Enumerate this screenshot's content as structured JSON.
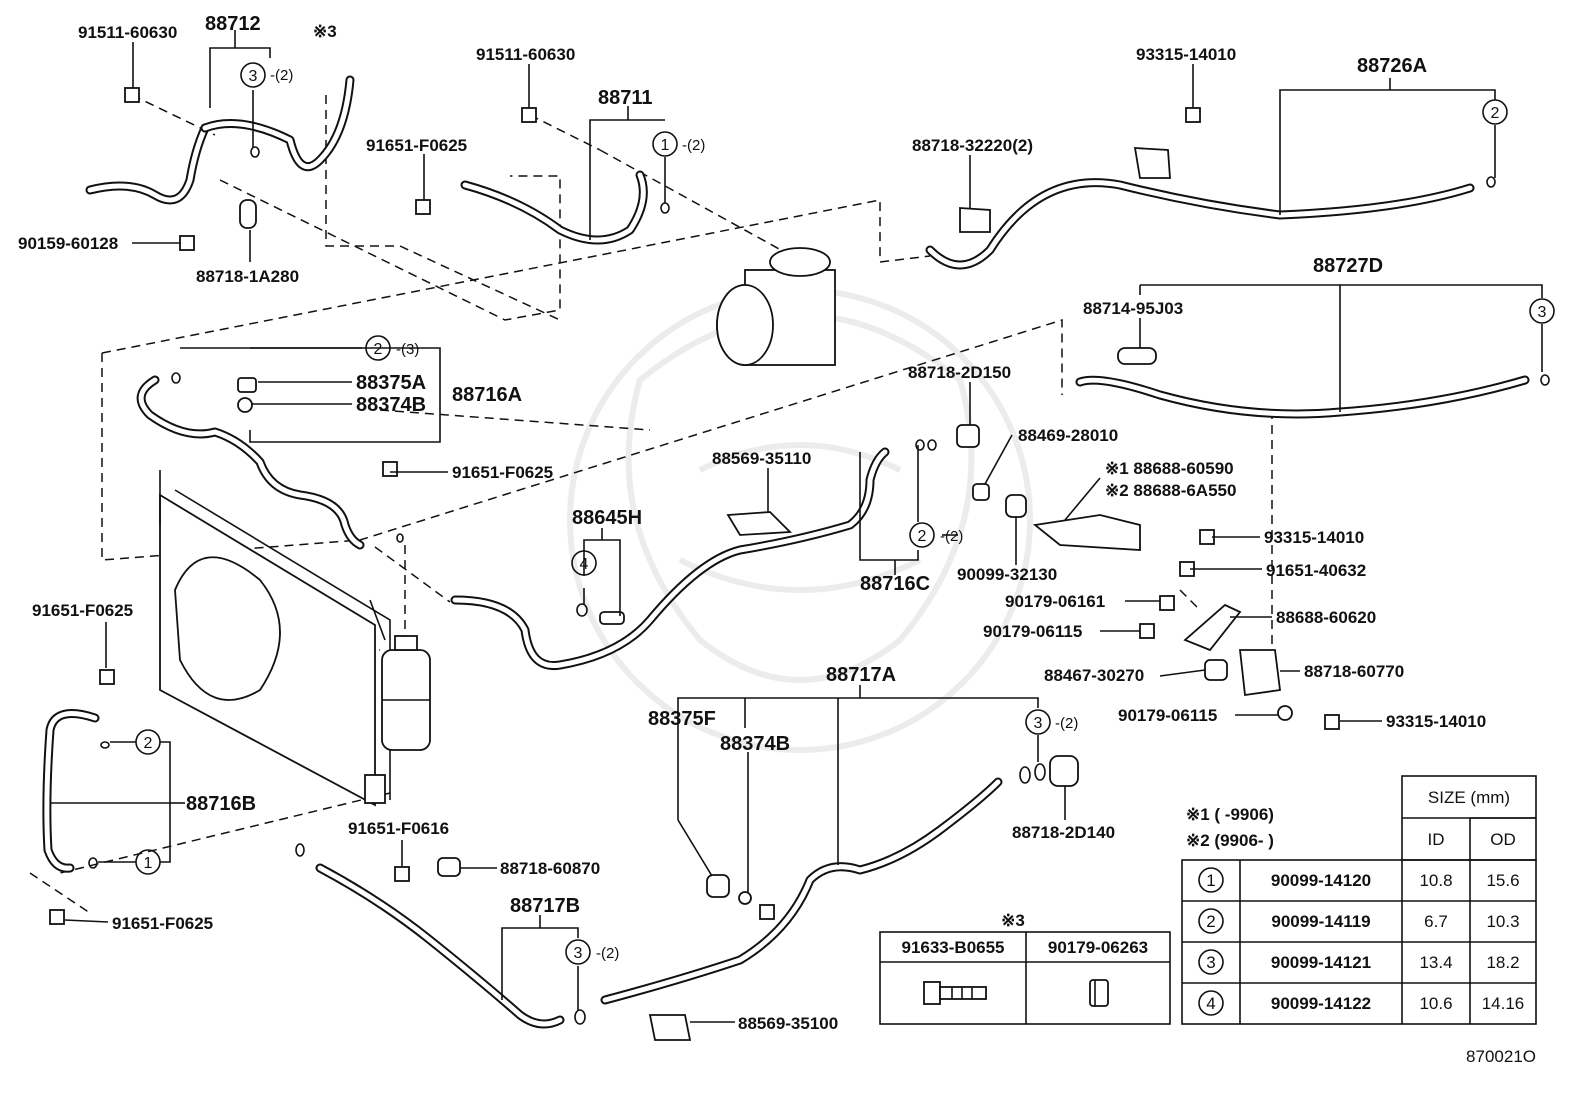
{
  "diagram": {
    "labels": {
      "p91511_60630_a": "91511-60630",
      "p88712": "88712",
      "n3_a": "※3",
      "p90159_60128": "90159-60128",
      "p88718_1A280": "88718-1A280",
      "p91511_60630_b": "91511-60630",
      "p88711": "88711",
      "p91651_F0625_a": "91651-F0625",
      "p93315_14010_a": "93315-14010",
      "p88726A": "88726A",
      "p88718_32220": "88718-32220(2)",
      "p88727D": "88727D",
      "p88714_95J03": "88714-95J03",
      "p88375A": "88375A",
      "p88374B_a": "88374B",
      "p88716A": "88716A",
      "p91651_F0625_b": "91651-F0625",
      "p88718_2D150": "88718-2D150",
      "p88469_28010": "88469-28010",
      "p88569_35110": "88569-35110",
      "p88688_60590": "※1 88688-60590",
      "p88688_6A550": "※2 88688-6A550",
      "p93315_14010_b": "93315-14010",
      "p91651_40632": "91651-40632",
      "p88645H": "88645H",
      "p88716C": "88716C",
      "p90099_32130": "90099-32130",
      "p90179_06161": "90179-06161",
      "p88688_60620": "88688-60620",
      "p90179_06115_a": "90179-06115",
      "p91651_F0625_c": "91651-F0625",
      "p88467_30270": "88467-30270",
      "p88718_60770": "88718-60770",
      "p88717A": "88717A",
      "p90179_06115_b": "90179-06115",
      "p93315_14010_c": "93315-14010",
      "p88375F": "88375F",
      "p88374B_b": "88374B",
      "p88716B": "88716B",
      "p88718_2D140": "88718-2D140",
      "p91651_F0616": "91651-F0616",
      "p88718_60870": "88718-60870",
      "p91651_F0625_d": "91651-F0625",
      "p88717B": "88717B",
      "p88569_35100": "88569-35100",
      "drawing_no": "870021O"
    },
    "qty_marks": {
      "q88712": "-(2)",
      "q88711": "-(2)",
      "q88716A": "-(3)",
      "q88716C": "-(2)",
      "q88717A": "-(2)",
      "q88717B": "-(2)"
    },
    "callout_numbers": [
      "1",
      "2",
      "3",
      "4"
    ],
    "note3_box": {
      "title": "※3",
      "columns": [
        "91633-B0655",
        "90179-06263"
      ]
    },
    "footnotes": {
      "n1": "※1 (      -9906)",
      "n2": "※2 (9906-      )"
    },
    "size_table": {
      "header": "SIZE (mm)",
      "id_label": "ID",
      "od_label": "OD",
      "rows": [
        {
          "ref": "1",
          "part": "90099-14120",
          "id": "10.8",
          "od": "15.6"
        },
        {
          "ref": "2",
          "part": "90099-14119",
          "id": "6.7",
          "od": "10.3"
        },
        {
          "ref": "3",
          "part": "90099-14121",
          "id": "13.4",
          "od": "18.2"
        },
        {
          "ref": "4",
          "part": "90099-14122",
          "id": "10.6",
          "od": "14.16"
        }
      ]
    }
  }
}
